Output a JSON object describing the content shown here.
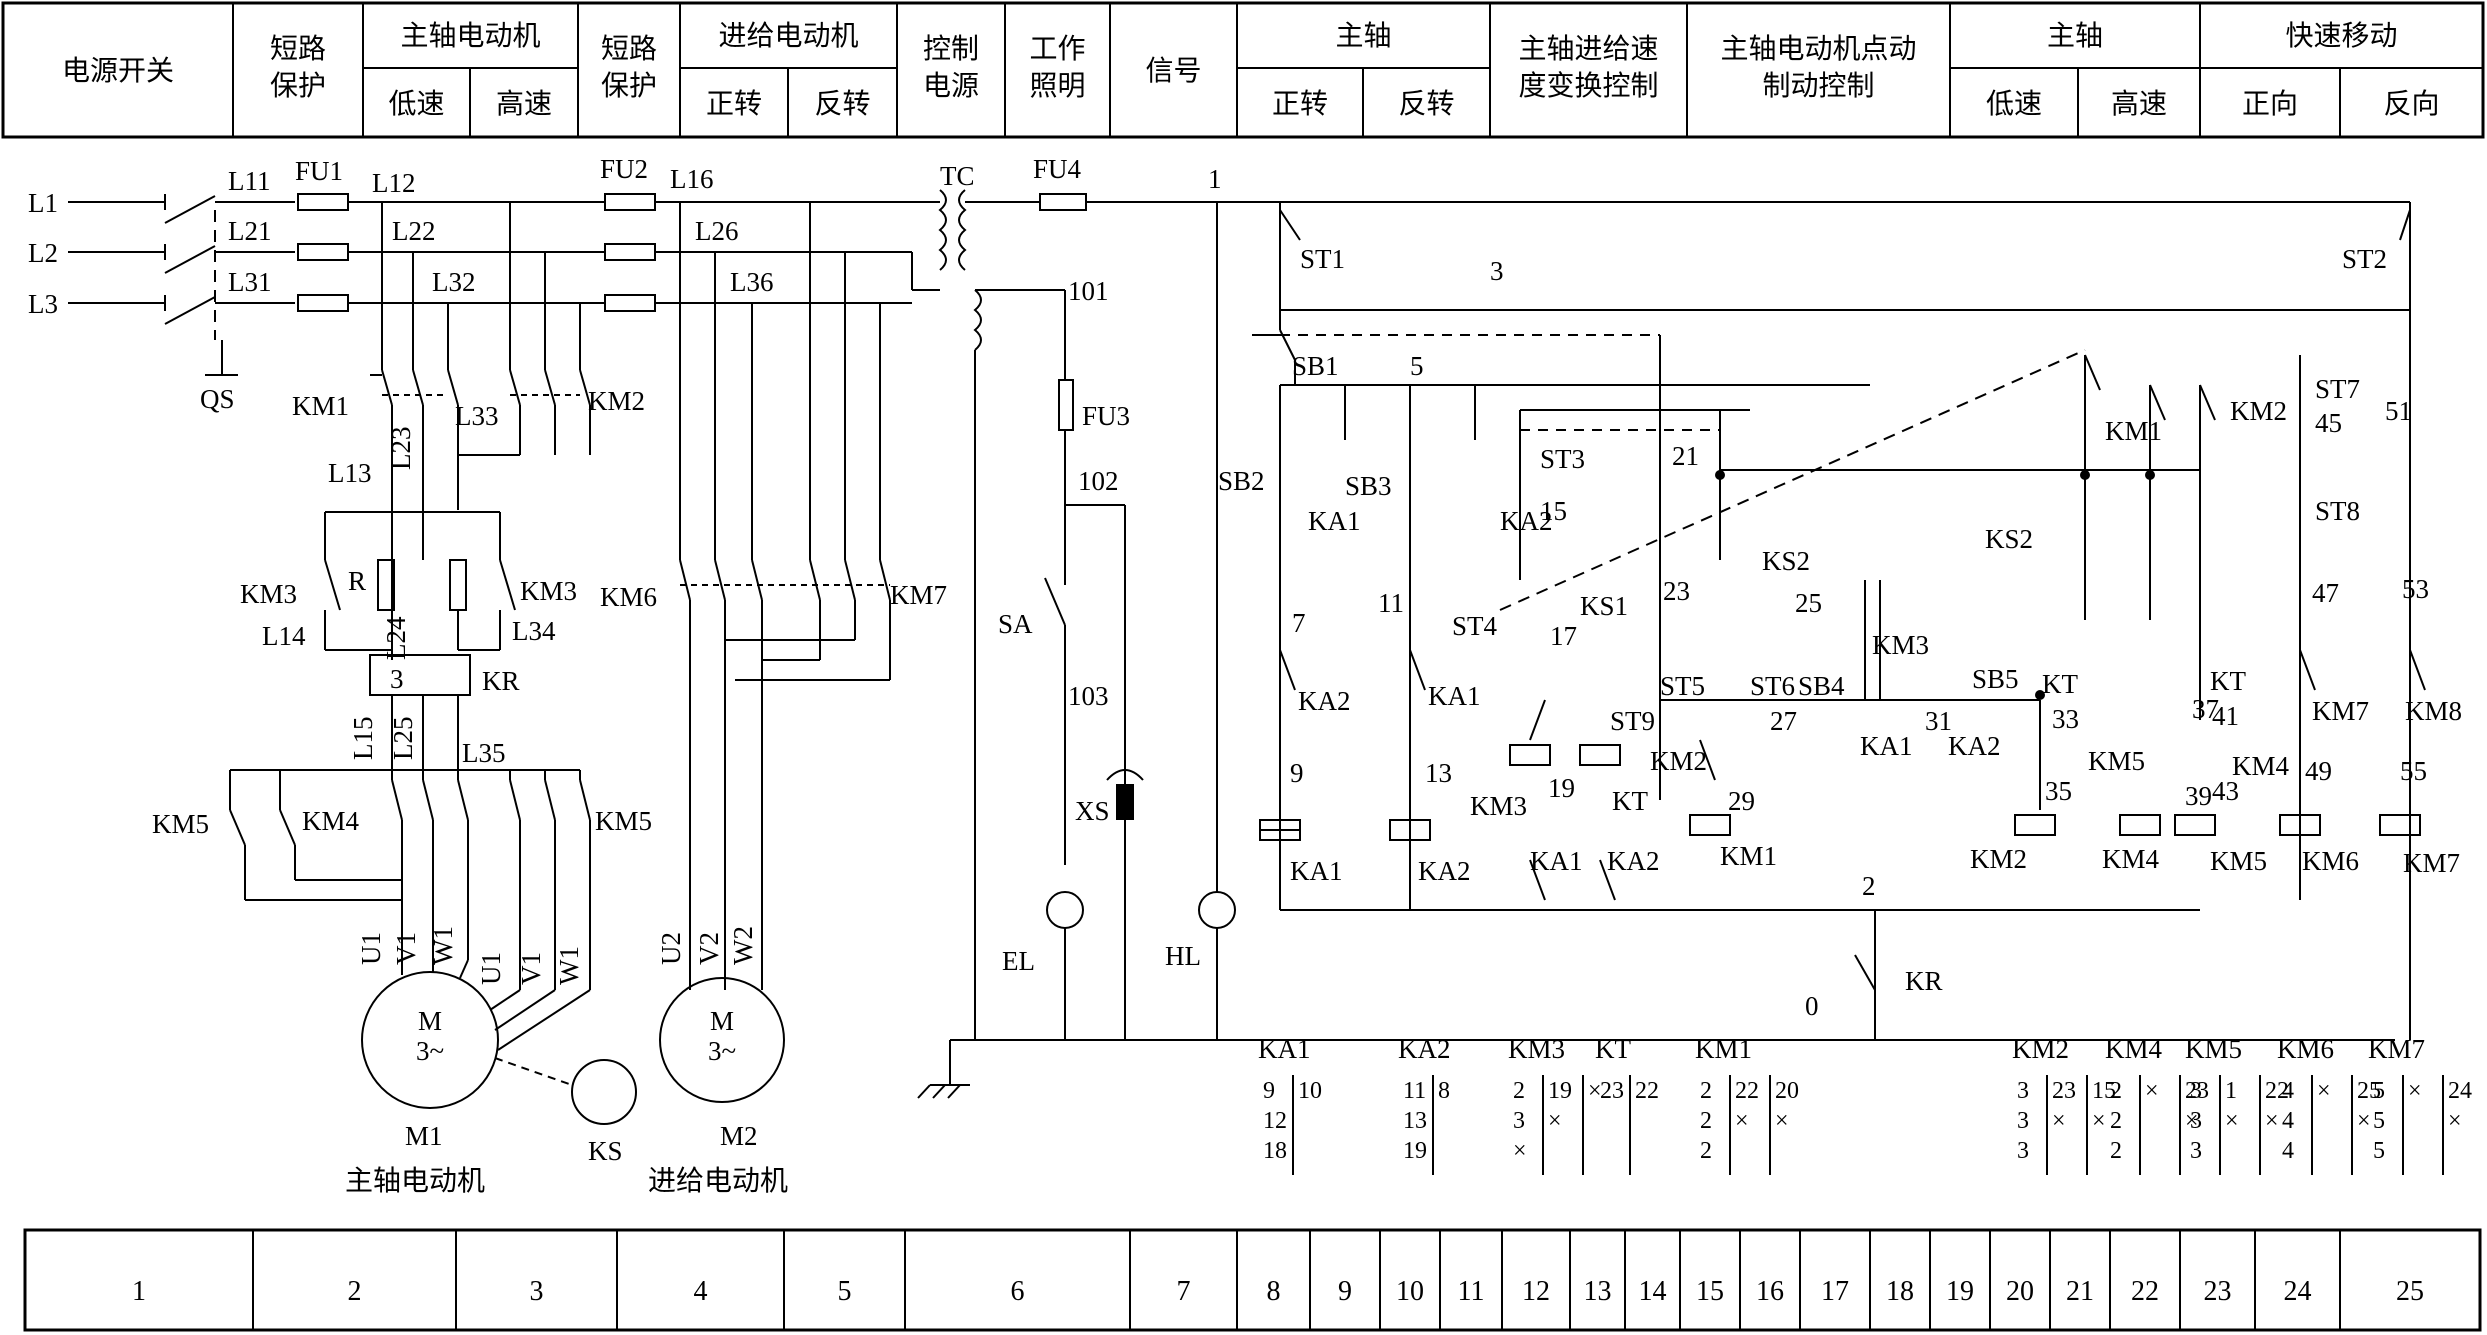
{
  "header": {
    "cols": [
      {
        "id": "power",
        "text": "电源开关"
      },
      {
        "id": "sc1",
        "text": [
          "短路",
          "保护"
        ]
      },
      {
        "id": "spm",
        "text": "主轴电动机",
        "sub": [
          "低速",
          "高速"
        ]
      },
      {
        "id": "sc2",
        "text": [
          "短路",
          "保护"
        ]
      },
      {
        "id": "feed",
        "text": "进给电动机",
        "sub": [
          "正转",
          "反转"
        ]
      },
      {
        "id": "ctrl",
        "text": [
          "控制",
          "电源"
        ]
      },
      {
        "id": "light",
        "text": [
          "工作",
          "照明"
        ]
      },
      {
        "id": "signal",
        "text": "信号"
      },
      {
        "id": "spindle",
        "text": "主轴",
        "sub": [
          "正转",
          "反转"
        ]
      },
      {
        "id": "speed",
        "text": [
          "主轴进给速",
          "度变换控制"
        ]
      },
      {
        "id": "jog",
        "text": [
          "主轴电动机点动",
          "制动控制"
        ]
      },
      {
        "id": "spindle2",
        "text": "主轴",
        "sub": [
          "低速",
          "高速"
        ]
      },
      {
        "id": "rapid",
        "text": "快速移动",
        "sub": [
          "正向",
          "反向"
        ]
      }
    ]
  },
  "footer": {
    "numbers": [
      "1",
      "2",
      "3",
      "4",
      "5",
      "6",
      "7",
      "8",
      "9",
      "10",
      "11",
      "12",
      "13",
      "14",
      "15",
      "16",
      "17",
      "18",
      "19",
      "20",
      "21",
      "22",
      "23",
      "24",
      "25"
    ]
  },
  "labels": {
    "L1": "L1",
    "L2": "L2",
    "L3": "L3",
    "QS": "QS",
    "L11": "L11",
    "L21": "L21",
    "L31": "L31",
    "FU1": "FU1",
    "L12": "L12",
    "L22": "L22",
    "L32": "L32",
    "FU2": "FU2",
    "L16": "L16",
    "L26": "L26",
    "L36": "L36",
    "TC": "TC",
    "FU4": "FU4",
    "n1": "1",
    "KM1a": "KM1",
    "KM2a": "KM2",
    "L13": "L13",
    "L23": "L23",
    "L33": "L33",
    "KM3a": "KM3",
    "KM3b": "KM3",
    "R": "R",
    "L14": "L14",
    "L24": "L24",
    "L34": "L34",
    "KR": "KR",
    "n3": "3",
    "L15": "L15",
    "L25": "L25",
    "L35": "L35",
    "KM5a": "KM5",
    "KM4a": "KM4",
    "KM5b": "KM5",
    "U1a": "U1",
    "V1a": "V1",
    "W1a": "W1",
    "U1b": "U1",
    "V1b": "V1",
    "W1b": "W1",
    "M1": "M1",
    "KS": "KS",
    "spindle_motor": "主轴电动机",
    "KM6a": "KM6",
    "KM7a": "KM7",
    "U2": "U2",
    "V2": "V2",
    "W2": "W2",
    "M2": "M2",
    "feed_motor": "进给电动机",
    "motor_M": "M",
    "motor_3": "3~",
    "n101": "101",
    "FU3": "FU3",
    "n102": "102",
    "SA": "SA",
    "n103": "103",
    "XS": "XS",
    "EL": "EL",
    "HL": "HL",
    "ST1": "ST1",
    "ST2": "ST2",
    "w3": "3",
    "SB1": "SB1",
    "w5": "5",
    "SB2": "SB2",
    "KA1c": "KA1",
    "SB3": "SB3",
    "KA2c": "KA2",
    "ST3": "ST3",
    "w21": "21",
    "KM1c": "KM1",
    "KM2c": "KM2",
    "ST7": "ST7",
    "w45": "45",
    "w51": "51",
    "ST8": "ST8",
    "w15": "15",
    "w7": "7",
    "w11": "11",
    "ST4": "ST4",
    "KS1": "KS1",
    "w23": "23",
    "KS2a": "KS2",
    "w25": "25",
    "KM3c": "KM3",
    "KS2b": "KS2",
    "w47": "47",
    "w53": "53",
    "KA2d": "KA2",
    "KA1d": "KA1",
    "w17": "17",
    "ST5": "ST5",
    "ST6": "ST6",
    "SB4": "SB4",
    "SB5": "SB5",
    "KT": "KT",
    "w37": "37",
    "KTb": "KT",
    "w41": "41",
    "KM7b": "KM7",
    "KM8": "KM8",
    "ST9": "ST9",
    "w27": "27",
    "KA1e": "KA1",
    "w31": "31",
    "KA2e": "KA2",
    "w33": "33",
    "w9": "9",
    "w13": "13",
    "KM2d": "KM2",
    "KM5c": "KM5",
    "KM4c": "KM4",
    "w49": "49",
    "w55": "55",
    "KM3d": "KM3",
    "w19": "19",
    "KTc": "KT",
    "w29": "29",
    "KM1d": "KM1",
    "w35": "35",
    "w39": "39",
    "w43": "43",
    "KA1f": "KA1",
    "KA2f": "KA2",
    "KA1g": "KA1",
    "KA2g": "KA2",
    "KM1e": "KM1",
    "KM2e": "KM2",
    "KM4e": "KM4",
    "KM5e": "KM5",
    "KM6e": "KM6",
    "KM7e": "KM7",
    "w2": "2",
    "KRb": "KR",
    "w0": "0"
  },
  "crossref": {
    "KA1": {
      "title": "KA1",
      "left": [
        "9",
        "12",
        "18"
      ],
      "right": [
        "10"
      ]
    },
    "KA2": {
      "title": "KA2",
      "left": [
        "11",
        "13",
        "19"
      ],
      "right": [
        "8"
      ]
    },
    "KM3": {
      "title": "KM3",
      "left": [
        "2",
        "3",
        "×"
      ],
      "right": [
        "19",
        "×"
      ],
      "extra": [
        "×"
      ]
    },
    "KT": {
      "title": "KT",
      "left": [
        "23"
      ],
      "right": [
        "22"
      ]
    },
    "KM1": {
      "title": "KM1",
      "left": [
        "2",
        "2",
        "2"
      ],
      "right": [
        "22",
        "×"
      ],
      "extra": [
        "20",
        "×"
      ]
    },
    "KM2": {
      "title": "KM2",
      "left": [
        "3",
        "3",
        "3"
      ],
      "right": [
        "23",
        "×"
      ],
      "extra": [
        "15",
        "×"
      ]
    },
    "KM4": {
      "title": "KM4",
      "left": [
        "2",
        "2",
        "2"
      ],
      "right": [
        "×"
      ],
      "extra": [
        "23",
        "×"
      ]
    },
    "KM5": {
      "title": "KM5",
      "left": [
        "3",
        "3",
        "3"
      ],
      "right": [
        "1",
        "×"
      ],
      "extra": [
        "22",
        "×"
      ]
    },
    "KM6": {
      "title": "KM6",
      "left": [
        "4",
        "4",
        "4"
      ],
      "right": [
        "×"
      ],
      "extra": [
        "25",
        "×"
      ]
    },
    "KM7": {
      "title": "KM7",
      "left": [
        "5",
        "5",
        "5"
      ],
      "right": [
        "×"
      ],
      "extra": [
        "24",
        "×"
      ]
    }
  }
}
